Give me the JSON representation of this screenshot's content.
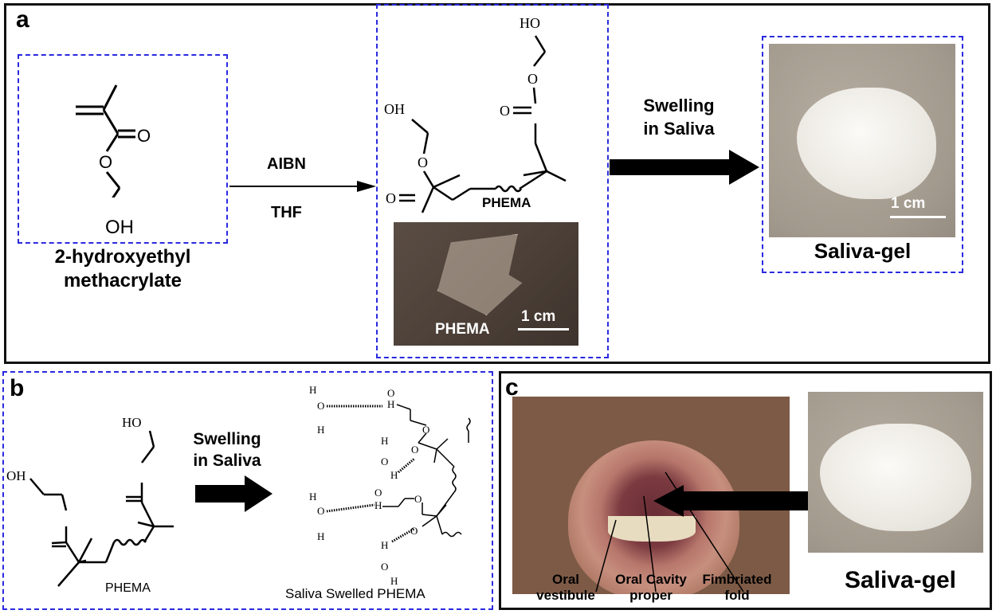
{
  "panel_a": {
    "label": "a",
    "monomer_name_line1": "2-hydroxyethyl",
    "monomer_name_line2": "methacrylate",
    "monomer_oh": "OH",
    "monomer_o1": "O",
    "monomer_o2": "O",
    "reagent_top": "AIBN",
    "reagent_bottom": "THF",
    "polymer_label": "PHEMA",
    "polymer_ho": "HO",
    "polymer_oh": "OH",
    "photo_label": "PHEMA",
    "photo_scale": "1 cm",
    "swelling_line1": "Swelling",
    "swelling_line2": "in Saliva",
    "gel_scale": "1 cm",
    "gel_label": "Saliva-gel"
  },
  "panel_b": {
    "label": "b",
    "polymer_label": "PHEMA",
    "swelling_line1": "Swelling",
    "swelling_line2": "in Saliva",
    "product_label": "Saliva Swelled PHEMA",
    "atom_h": "H",
    "atom_o": "O",
    "ho": "HO",
    "oh": "OH"
  },
  "panel_c": {
    "label": "c",
    "annotations": [
      {
        "line1": "Oral",
        "line2": "vestibule"
      },
      {
        "line1": "Oral Cavity",
        "line2": "proper"
      },
      {
        "line1": "Fimbriated",
        "line2": "fold"
      }
    ],
    "gel_label": "Saliva-gel"
  },
  "colors": {
    "dashed_border": "#2a2ae0",
    "frame": "#111111"
  }
}
